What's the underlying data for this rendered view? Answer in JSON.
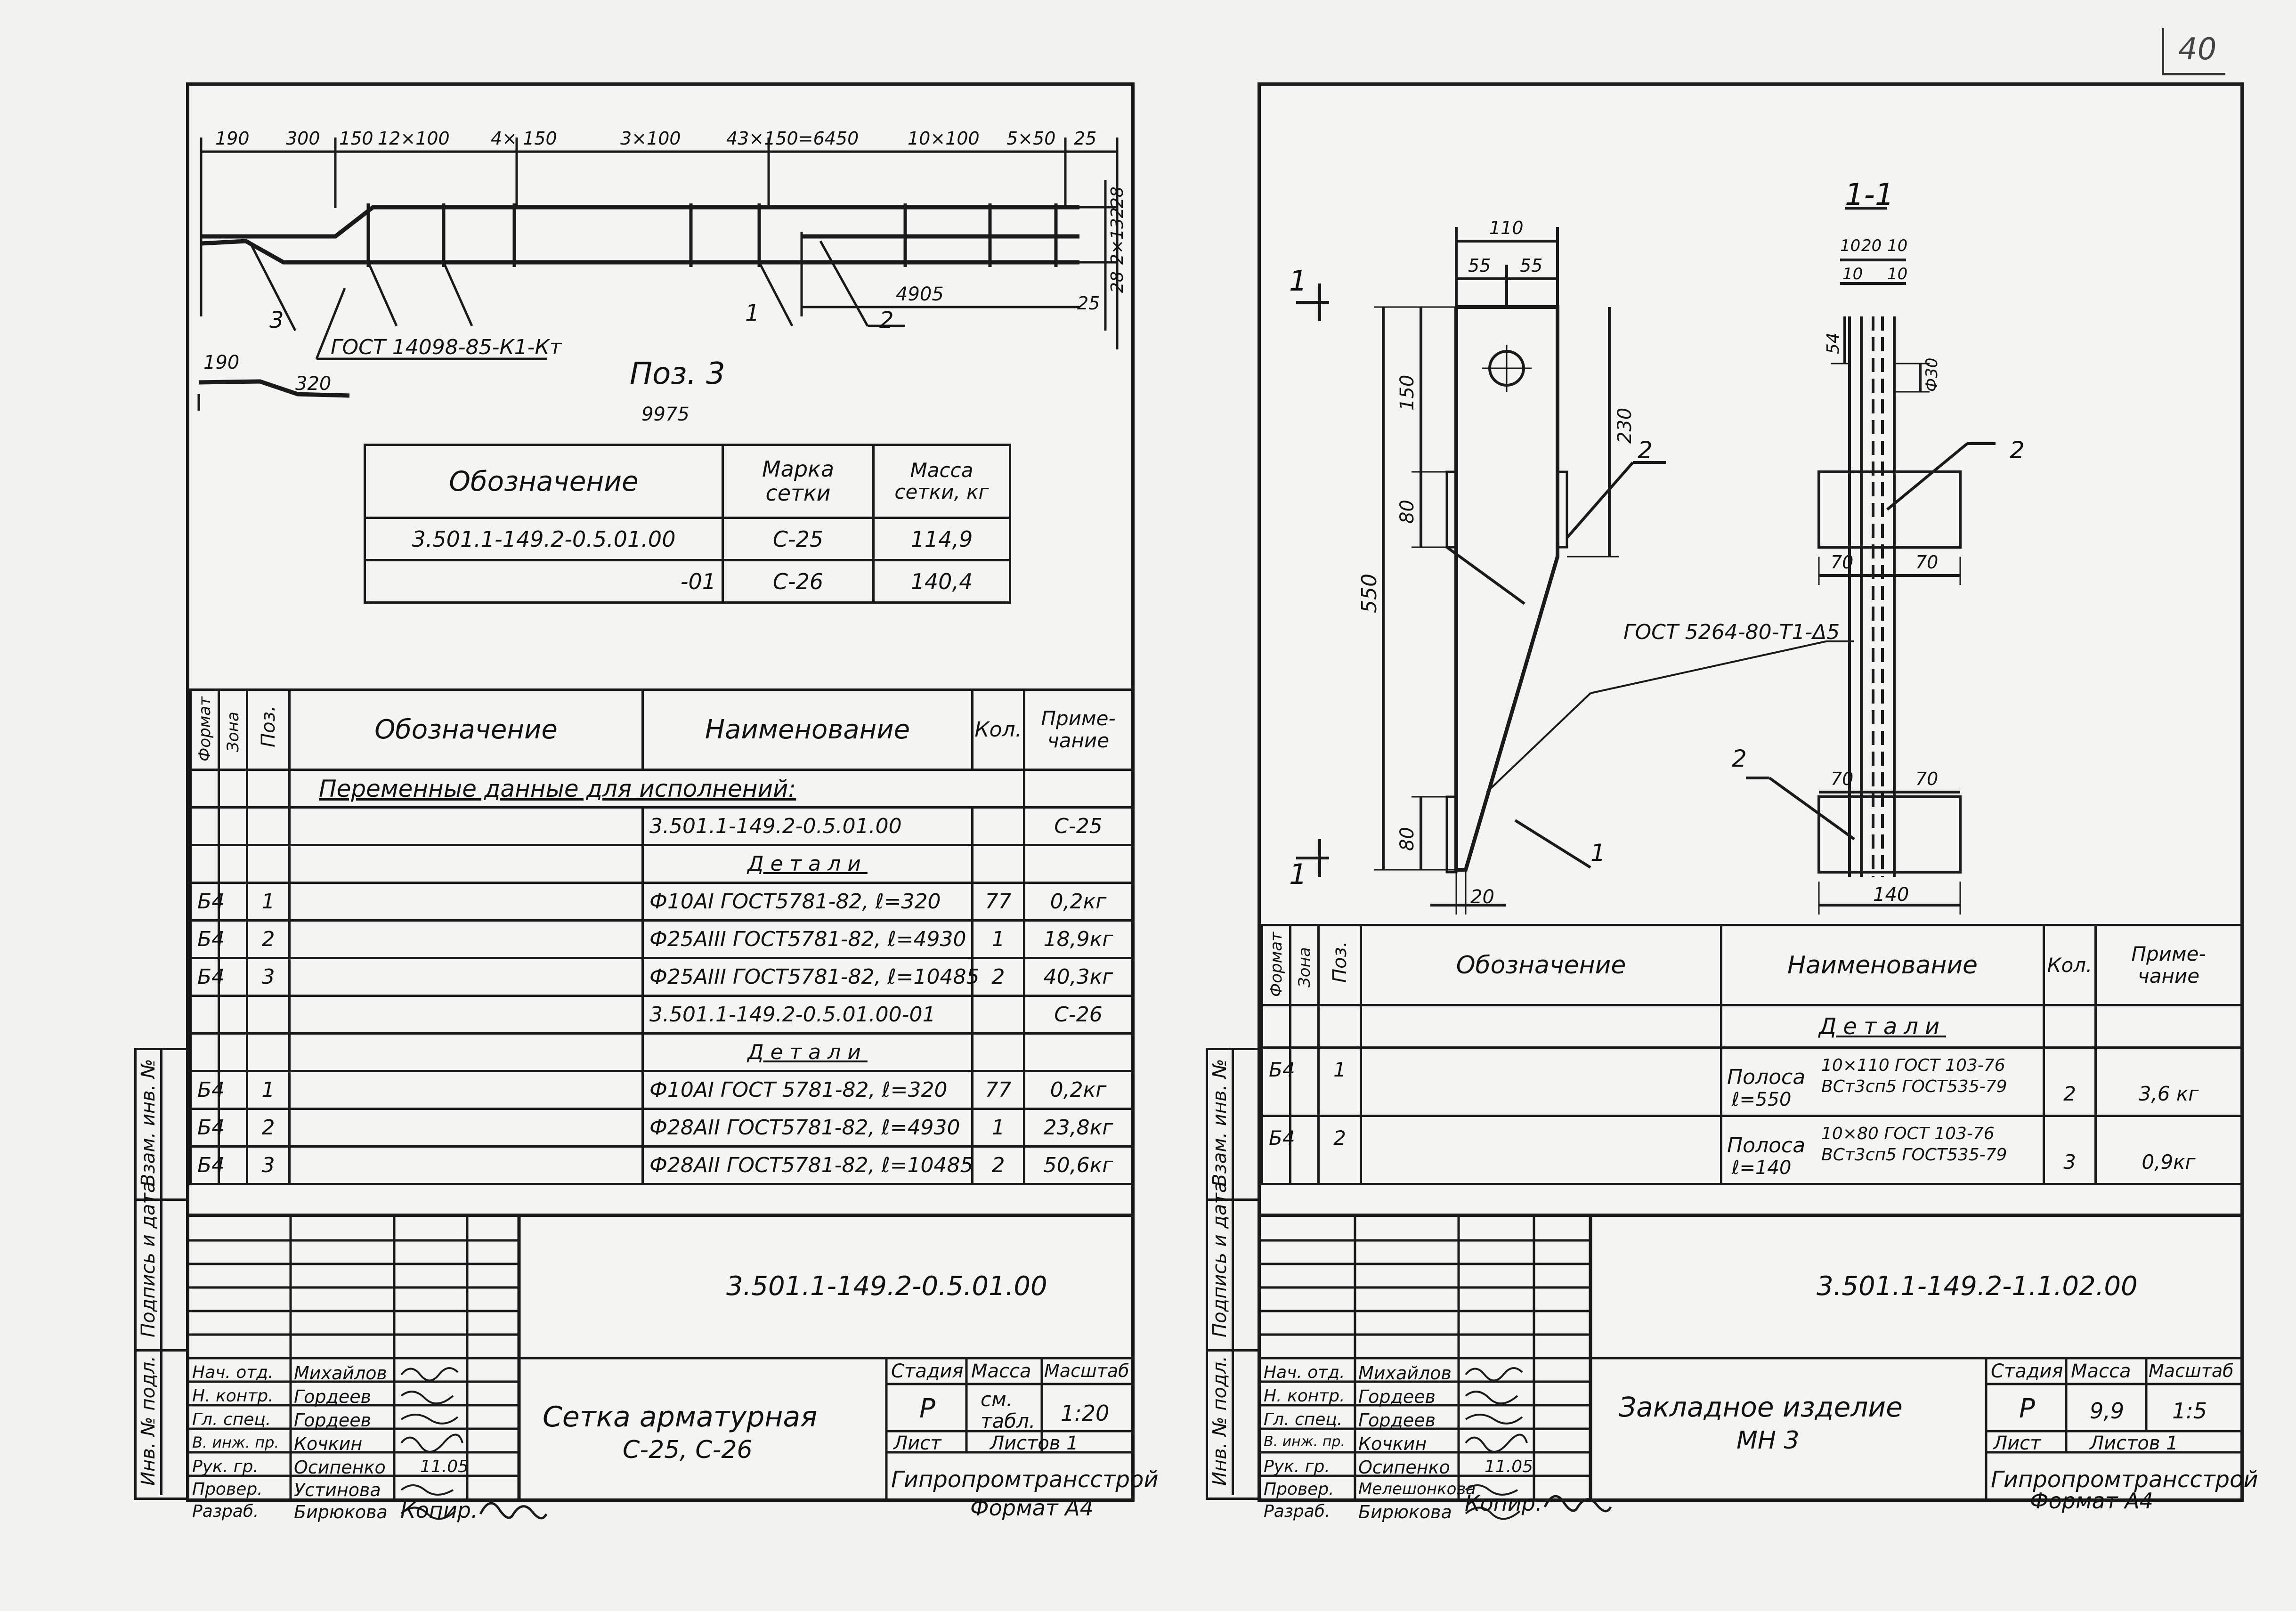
{
  "page_number": "40",
  "left": {
    "dims_top": [
      "190",
      "300",
      "150",
      "12×100",
      "4× 150",
      "3×100",
      "43×150=6450",
      "10×100",
      "5×50",
      "25"
    ],
    "dims_right": [
      "28",
      "2×132",
      "28"
    ],
    "dims_bottom_right": [
      "4905",
      "25"
    ],
    "callouts": [
      "3",
      "1",
      "2"
    ],
    "gost_note": "ГОСТ 14098-85-К1-Кт",
    "bar3_dims": [
      "190",
      "320"
    ],
    "pos_title": "Поз. 3",
    "bar3_length": "9975",
    "small_table": {
      "headers": [
        "Обозначение",
        "Марка сетки",
        "Масса сетки, кг"
      ],
      "rows": [
        [
          "3.501.1-149.2-0.5.01.00",
          "С-25",
          "114,9"
        ],
        [
          "-01",
          "С-26",
          "140,4"
        ]
      ]
    },
    "spec": {
      "headers": {
        "format": "Формат",
        "zone": "Зона",
        "pos": "Поз.",
        "designation": "Обозначение",
        "name": "Наименование",
        "qty": "Кол.",
        "note": "Приме-чание"
      },
      "variable_data": "Переменные данные для исполнений:",
      "rows": [
        {
          "format": "",
          "pos": "",
          "name": "3.501.1-149.2-0.5.01.00",
          "qty": "",
          "note": "С-25"
        },
        {
          "format": "",
          "pos": "",
          "name": "Детали",
          "qty": "",
          "note": ""
        },
        {
          "format": "Б4",
          "pos": "1",
          "name": "Ф10АI ГОСТ5781-82, ℓ=320",
          "qty": "77",
          "note": "0,2кг"
        },
        {
          "format": "Б4",
          "pos": "2",
          "name": "Ф25АIII ГОСТ5781-82, ℓ=4930",
          "qty": "1",
          "note": "18,9кг"
        },
        {
          "format": "Б4",
          "pos": "3",
          "name": "Ф25АIII ГОСТ5781-82, ℓ=10485",
          "qty": "2",
          "note": "40,3кг"
        },
        {
          "format": "",
          "pos": "",
          "name": "3.501.1-149.2-0.5.01.00-01",
          "qty": "",
          "note": "С-26"
        },
        {
          "format": "",
          "pos": "",
          "name": "Детали",
          "qty": "",
          "note": ""
        },
        {
          "format": "Б4",
          "pos": "1",
          "name": "Ф10АI ГОСТ 5781-82, ℓ=320",
          "qty": "77",
          "note": "0,2кг"
        },
        {
          "format": "Б4",
          "pos": "2",
          "name": "Ф28АII ГОСТ5781-82, ℓ=4930",
          "qty": "1",
          "note": "23,8кг"
        },
        {
          "format": "Б4",
          "pos": "3",
          "name": "Ф28АII ГОСТ5781-82, ℓ=10485",
          "qty": "2",
          "note": "50,6кг"
        }
      ]
    },
    "side_labels": [
      "Взам. инв. №",
      "Подпись и дата",
      "Инв. № подл."
    ],
    "title_block": {
      "code": "3.501.1-149.2-0.5.01.00",
      "roles": [
        "Нач. отд.",
        "Н. контр.",
        "Гл. спец.",
        "В. инж. пр.",
        "Рук. гр.",
        "Провер.",
        "Разраб."
      ],
      "names": [
        "Михайлов",
        "Гордеев",
        "Гордеев",
        "Кочкин",
        "Осипенко",
        "Устинова",
        "Бирюкова"
      ],
      "dates": [
        "",
        "",
        "",
        "",
        "11.05",
        "",
        ""
      ],
      "title": "Сетка арматурная",
      "subtitle": "С-25, С-26",
      "stage_label": "Стадия",
      "mass_label": "Масса",
      "scale_label": "Масштаб",
      "stage": "Р",
      "mass": "см. табл.",
      "scale": "1:20",
      "sheet_label": "Лист",
      "sheets_label": "Листов 1",
      "org": "Гипропромтрансстрой"
    },
    "copy_label": "Копир.",
    "format_label": "Формат А4"
  },
  "right": {
    "section_label": "1-1",
    "cut_mark": "1",
    "dims_plate": [
      "110",
      "55",
      "55",
      "150",
      "230",
      "80",
      "550",
      "80",
      "20"
    ],
    "callouts": [
      "2",
      "2",
      "1",
      "2"
    ],
    "weld_note": "ГОСТ 5264-80-Т1-Δ5",
    "section_dims": [
      "10",
      "20",
      "10",
      "10",
      "10",
      "54",
      "Ф30",
      "70",
      "70",
      "70",
      "70",
      "140"
    ],
    "spec": {
      "headers": {
        "format": "Формат",
        "zone": "Зона",
        "pos": "Поз.",
        "designation": "Обозначение",
        "name": "Наименование",
        "qty": "Кол.",
        "note": "Приме-чание"
      },
      "details": "Детали",
      "rows": [
        {
          "format": "Б4",
          "pos": "1",
          "name_a": "Полоса",
          "name_b": "ℓ=550",
          "spec_a": "10×110 ГОСТ 103-76",
          "spec_b": "ВСт3сп5 ГОСТ535-79",
          "qty": "2",
          "note": "3,6 кг"
        },
        {
          "format": "Б4",
          "pos": "2",
          "name_a": "Полоса",
          "name_b": "ℓ=140",
          "spec_a": "10×80 ГОСТ 103-76",
          "spec_b": "ВСт3сп5 ГОСТ535-79",
          "qty": "3",
          "note": "0,9кг"
        }
      ]
    },
    "side_labels": [
      "Взам. инв. №",
      "Подпись и дата",
      "Инв. № подл."
    ],
    "title_block": {
      "code": "3.501.1-149.2-1.1.02.00",
      "roles": [
        "Нач. отд.",
        "Н. контр.",
        "Гл. спец.",
        "В. инж. пр.",
        "Рук. гр.",
        "Провер.",
        "Разраб."
      ],
      "names": [
        "Михайлов",
        "Гордеев",
        "Гордеев",
        "Кочкин",
        "Осипенко",
        "Мелешонкова",
        "Бирюкова"
      ],
      "dates": [
        "",
        "",
        "",
        "",
        "11.05",
        "",
        ""
      ],
      "title": "Закладное изделие",
      "subtitle": "МН 3",
      "stage_label": "Стадия",
      "mass_label": "Масса",
      "scale_label": "Масштаб",
      "stage": "Р",
      "mass": "9,9",
      "scale": "1:5",
      "sheet_label": "Лист",
      "sheets_label": "Листов 1",
      "org": "Гипропромтрансстрой"
    },
    "copy_label": "Копир.",
    "format_label": "Формат А4"
  }
}
